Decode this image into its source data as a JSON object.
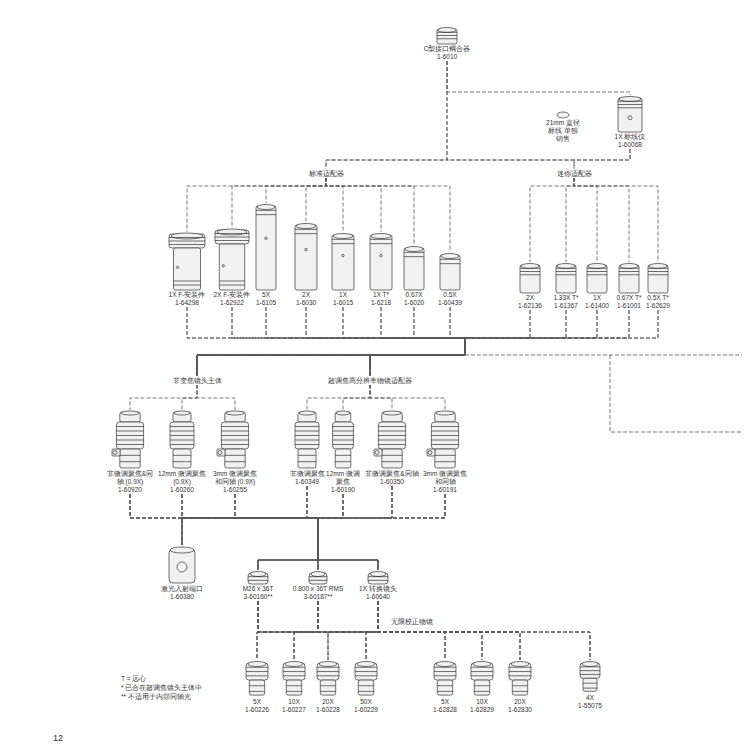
{
  "diagram": {
    "nodes": [
      {
        "text": [
          "C型接口耦合器",
          "1-6010"
        ]
      },
      {
        "text": [
          "21mm 直径标线 单独销售"
        ]
      },
      {
        "text": [
          "1X 标线仪",
          "1-60068"
        ]
      },
      {
        "text": [
          "标准适配器"
        ]
      },
      {
        "text": [
          "迷你适配器"
        ]
      },
      {
        "text": [
          "1X F-安装件",
          "1-64298"
        ]
      },
      {
        "text": [
          "2X F-安装件",
          "1-62922"
        ]
      },
      {
        "text": [
          "5X",
          "1-6105"
        ]
      },
      {
        "text": [
          "2X",
          "1-6030"
        ]
      },
      {
        "text": [
          "1X",
          "1-6015"
        ]
      },
      {
        "text": [
          "1X T*",
          "1-6218"
        ]
      },
      {
        "text": [
          "0.67X",
          "1-6020"
        ]
      },
      {
        "text": [
          "0.5X",
          "1-60439"
        ]
      },
      {
        "text": [
          "2X",
          "1-62136"
        ]
      },
      {
        "text": [
          "1.33X T*",
          "1-61367"
        ]
      },
      {
        "text": [
          "1X",
          "1-61400"
        ]
      },
      {
        "text": [
          "0.67X T*",
          "1-61001"
        ]
      },
      {
        "text": [
          "0.5X T*",
          "1-62629"
        ]
      },
      {
        "text": [
          "非变焦镜头主体"
        ]
      },
      {
        "text": [
          "超调焦高分辨率物镜适配器"
        ]
      },
      {
        "text": [
          "非微调聚焦&同轴 (0.9X)",
          "1-60920"
        ]
      },
      {
        "text": [
          "12mm 微调聚焦 (0.9X)",
          "1-60260"
        ]
      },
      {
        "text": [
          "3mm 微调聚焦和同轴 (0.9X)",
          "1-60255"
        ]
      },
      {
        "text": [
          "非微调聚焦",
          "1-60349"
        ]
      },
      {
        "text": [
          "12mm 微调聚焦",
          "1-60190"
        ]
      },
      {
        "text": [
          "非微调聚焦&同轴",
          "1-60350"
        ]
      },
      {
        "text": [
          "3mm 微调聚焦和同轴",
          "1-60191"
        ]
      },
      {
        "text": [
          "激光入射端口",
          "1-60380"
        ]
      },
      {
        "text": [
          "M26 x 36T",
          "3-60160**"
        ]
      },
      {
        "text": [
          "0.800 x 36T RMS",
          "3-60187**"
        ]
      },
      {
        "text": [
          "1X 转换镜头",
          "1-60640"
        ]
      },
      {
        "text": [
          "5X",
          "1-60226"
        ]
      },
      {
        "text": [
          "10X",
          "1-60227"
        ]
      },
      {
        "text": [
          "20X",
          "1-60228"
        ]
      },
      {
        "text": [
          "50X",
          "1-60229"
        ]
      },
      {
        "text": [
          "5X",
          "1-62828"
        ]
      },
      {
        "text": [
          "10X",
          "1-62829"
        ]
      },
      {
        "text": [
          "20X",
          "1-62830"
        ]
      },
      {
        "text": [
          "4X",
          "1-55075"
        ]
      }
    ],
    "edges": [
      {
        "from": 0,
        "to": 2,
        "arrow": "none"
      },
      {
        "from": 0,
        "to": 3,
        "arrow": "none"
      },
      {
        "from": 0,
        "to": 4,
        "arrow": "none"
      },
      {
        "from": 2,
        "to": 3,
        "arrow": "none"
      },
      {
        "from": 2,
        "to": 4,
        "arrow": "none"
      },
      {
        "from": 3,
        "to": 5,
        "arrow": "none"
      },
      {
        "from": 3,
        "to": 6,
        "arrow": "none"
      },
      {
        "from": 3,
        "to": 7,
        "arrow": "none"
      },
      {
        "from": 3,
        "to": 8,
        "arrow": "none"
      },
      {
        "from": 3,
        "to": 9,
        "arrow": "none"
      },
      {
        "from": 3,
        "to": 10,
        "arrow": "none"
      },
      {
        "from": 3,
        "to": 11,
        "arrow": "none"
      },
      {
        "from": 3,
        "to": 12,
        "arrow": "none"
      },
      {
        "from": 4,
        "to": 13,
        "arrow": "none"
      },
      {
        "from": 4,
        "to": 14,
        "arrow": "none"
      },
      {
        "from": 4,
        "to": 15,
        "arrow": "none"
      },
      {
        "from": 4,
        "to": 16,
        "arrow": "none"
      },
      {
        "from": 4,
        "to": 17,
        "arrow": "none"
      },
      {
        "from": 5,
        "to": 18,
        "arrow": "none"
      },
      {
        "from": 5,
        "to": 19,
        "arrow": "none"
      },
      {
        "from": 6,
        "to": 18,
        "arrow": "none"
      },
      {
        "from": 6,
        "to": 19,
        "arrow": "none"
      },
      {
        "from": 7,
        "to": 18,
        "arrow": "none"
      },
      {
        "from": 7,
        "to": 19,
        "arrow": "none"
      },
      {
        "from": 8,
        "to": 18,
        "arrow": "none"
      },
      {
        "from": 8,
        "to": 19,
        "arrow": "none"
      },
      {
        "from": 9,
        "to": 18,
        "arrow": "none"
      },
      {
        "from": 9,
        "to": 19,
        "arrow": "none"
      },
      {
        "from": 10,
        "to": 18,
        "arrow": "none"
      },
      {
        "from": 10,
        "to": 19,
        "arrow": "none"
      },
      {
        "from": 11,
        "to": 18,
        "arrow": "none"
      },
      {
        "from": 11,
        "to": 19,
        "arrow": "none"
      },
      {
        "from": 12,
        "to": 18,
        "arrow": "none"
      },
      {
        "from": 12,
        "to": 19,
        "arrow": "none"
      },
      {
        "from": 13,
        "to": 18,
        "arrow": "none"
      },
      {
        "from": 13,
        "to": 19,
        "arrow": "none"
      },
      {
        "from": 14,
        "to": 18,
        "arrow": "none"
      },
      {
        "from": 14,
        "to": 19,
        "arrow": "none"
      },
      {
        "from": 15,
        "to": 18,
        "arrow": "none"
      },
      {
        "from": 15,
        "to": 19,
        "arrow": "none"
      },
      {
        "from": 16,
        "to": 18,
        "arrow": "none"
      },
      {
        "from": 16,
        "to": 19,
        "arrow": "none"
      },
      {
        "from": 17,
        "to": 18,
        "arrow": "none"
      },
      {
        "from": 17,
        "to": 19,
        "arrow": "none"
      },
      {
        "from": 18,
        "to": 20,
        "arrow": "none"
      },
      {
        "from": 18,
        "to": 21,
        "arrow": "none"
      },
      {
        "from": 18,
        "to": 22,
        "arrow": "none"
      },
      {
        "from": 19,
        "to": 23,
        "arrow": "none"
      },
      {
        "from": 19,
        "to": 24,
        "arrow": "none"
      },
      {
        "from": 19,
        "to": 25,
        "arrow": "none"
      },
      {
        "from": 19,
        "to": 26,
        "arrow": "none"
      },
      {
        "from": 20,
        "to": 27,
        "arrow": "none"
      },
      {
        "from": 21,
        "to": 27,
        "arrow": "none"
      },
      {
        "from": 22,
        "to": 27,
        "arrow": "none"
      },
      {
        "from": 23,
        "to": 27,
        "arrow": "none"
      },
      {
        "from": 24,
        "to": 27,
        "arrow": "none"
      },
      {
        "from": 25,
        "to": 27,
        "arrow": "none"
      },
      {
        "from": 26,
        "to": 27,
        "arrow": "none"
      },
      {
        "from": 20,
        "to": 28,
        "arrow": "none"
      },
      {
        "from": 20,
        "to": 29,
        "arrow": "none"
      },
      {
        "from": 20,
        "to": 30,
        "arrow": "none"
      },
      {
        "from": 21,
        "to": 28,
        "arrow": "none"
      },
      {
        "from": 21,
        "to": 29,
        "arrow": "none"
      },
      {
        "from": 21,
        "to": 30,
        "arrow": "none"
      },
      {
        "from": 22,
        "to": 28,
        "arrow": "none"
      },
      {
        "from": 22,
        "to": 29,
        "arrow": "none"
      },
      {
        "from": 22,
        "to": 30,
        "arrow": "none"
      },
      {
        "from": 23,
        "to": 28,
        "arrow": "none"
      },
      {
        "from": 23,
        "to": 29,
        "arrow": "none"
      },
      {
        "from": 23,
        "to": 30,
        "arrow": "none"
      },
      {
        "from": 24,
        "to": 28,
        "arrow": "none"
      },
      {
        "from": 24,
        "to": 29,
        "arrow": "none"
      },
      {
        "from": 24,
        "to": 30,
        "arrow": "none"
      },
      {
        "from": 25,
        "to": 28,
        "arrow": "none"
      },
      {
        "from": 25,
        "to": 29,
        "arrow": "none"
      },
      {
        "from": 25,
        "to": 30,
        "arrow": "none"
      },
      {
        "from": 26,
        "to": 28,
        "arrow": "none"
      },
      {
        "from": 26,
        "to": 29,
        "arrow": "none"
      },
      {
        "from": 26,
        "to": 30,
        "arrow": "none"
      },
      {
        "from": 28,
        "to": 31,
        "arrow": "none"
      },
      {
        "from": 28,
        "to": 32,
        "arrow": "none"
      },
      {
        "from": 28,
        "to": 33,
        "arrow": "none"
      },
      {
        "from": 28,
        "to": 34,
        "arrow": "none"
      },
      {
        "from": 28,
        "to": 35,
        "arrow": "none"
      },
      {
        "from": 28,
        "to": 36,
        "arrow": "none"
      },
      {
        "from": 28,
        "to": 37,
        "arrow": "none"
      },
      {
        "from": 28,
        "to": 38,
        "arrow": "none"
      },
      {
        "from": 29,
        "to": 31,
        "arrow": "none"
      },
      {
        "from": 29,
        "to": 32,
        "arrow": "none"
      },
      {
        "from": 29,
        "to": 33,
        "arrow": "none"
      },
      {
        "from": 29,
        "to": 34,
        "arrow": "none"
      },
      {
        "from": 29,
        "to": 35,
        "arrow": "none"
      },
      {
        "from": 29,
        "to": 36,
        "arrow": "none"
      },
      {
        "from": 29,
        "to": 37,
        "arrow": "none"
      },
      {
        "from": 29,
        "to": 38,
        "arrow": "none"
      },
      {
        "from": 30,
        "to": 31,
        "arrow": "none"
      },
      {
        "from": 30,
        "to": 32,
        "arrow": "none"
      },
      {
        "from": 30,
        "to": 33,
        "arrow": "none"
      },
      {
        "from": 30,
        "to": 34,
        "arrow": "none"
      },
      {
        "from": 30,
        "to": 35,
        "arrow": "none"
      },
      {
        "from": 30,
        "to": 36,
        "arrow": "none"
      },
      {
        "from": 30,
        "to": 37,
        "arrow": "none"
      },
      {
        "from": 30,
        "to": 38,
        "arrow": "none"
      }
    ],
    "labels": [
      "无限校正物镜",
      "T = 远心",
      "* 已合在超调焦镜头主体中",
      "** 不适用于内部同轴光",
      "12"
    ]
  }
}
